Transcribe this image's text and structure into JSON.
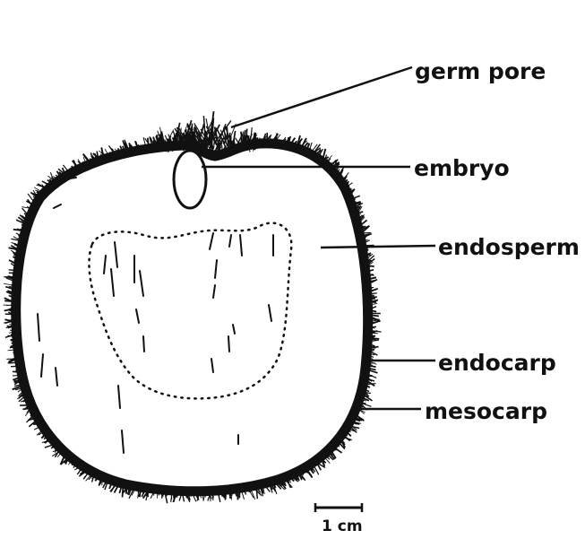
{
  "diagram": {
    "labels": {
      "germ_pore": "germ pore",
      "embryo": "embryo",
      "endosperm": "endosperm",
      "endocarp": "endocarp",
      "mesocarp": "mesocarp"
    },
    "scale_bar": {
      "label": "1 cm"
    },
    "colors": {
      "ink": "#111111",
      "background": "#ffffff"
    }
  }
}
